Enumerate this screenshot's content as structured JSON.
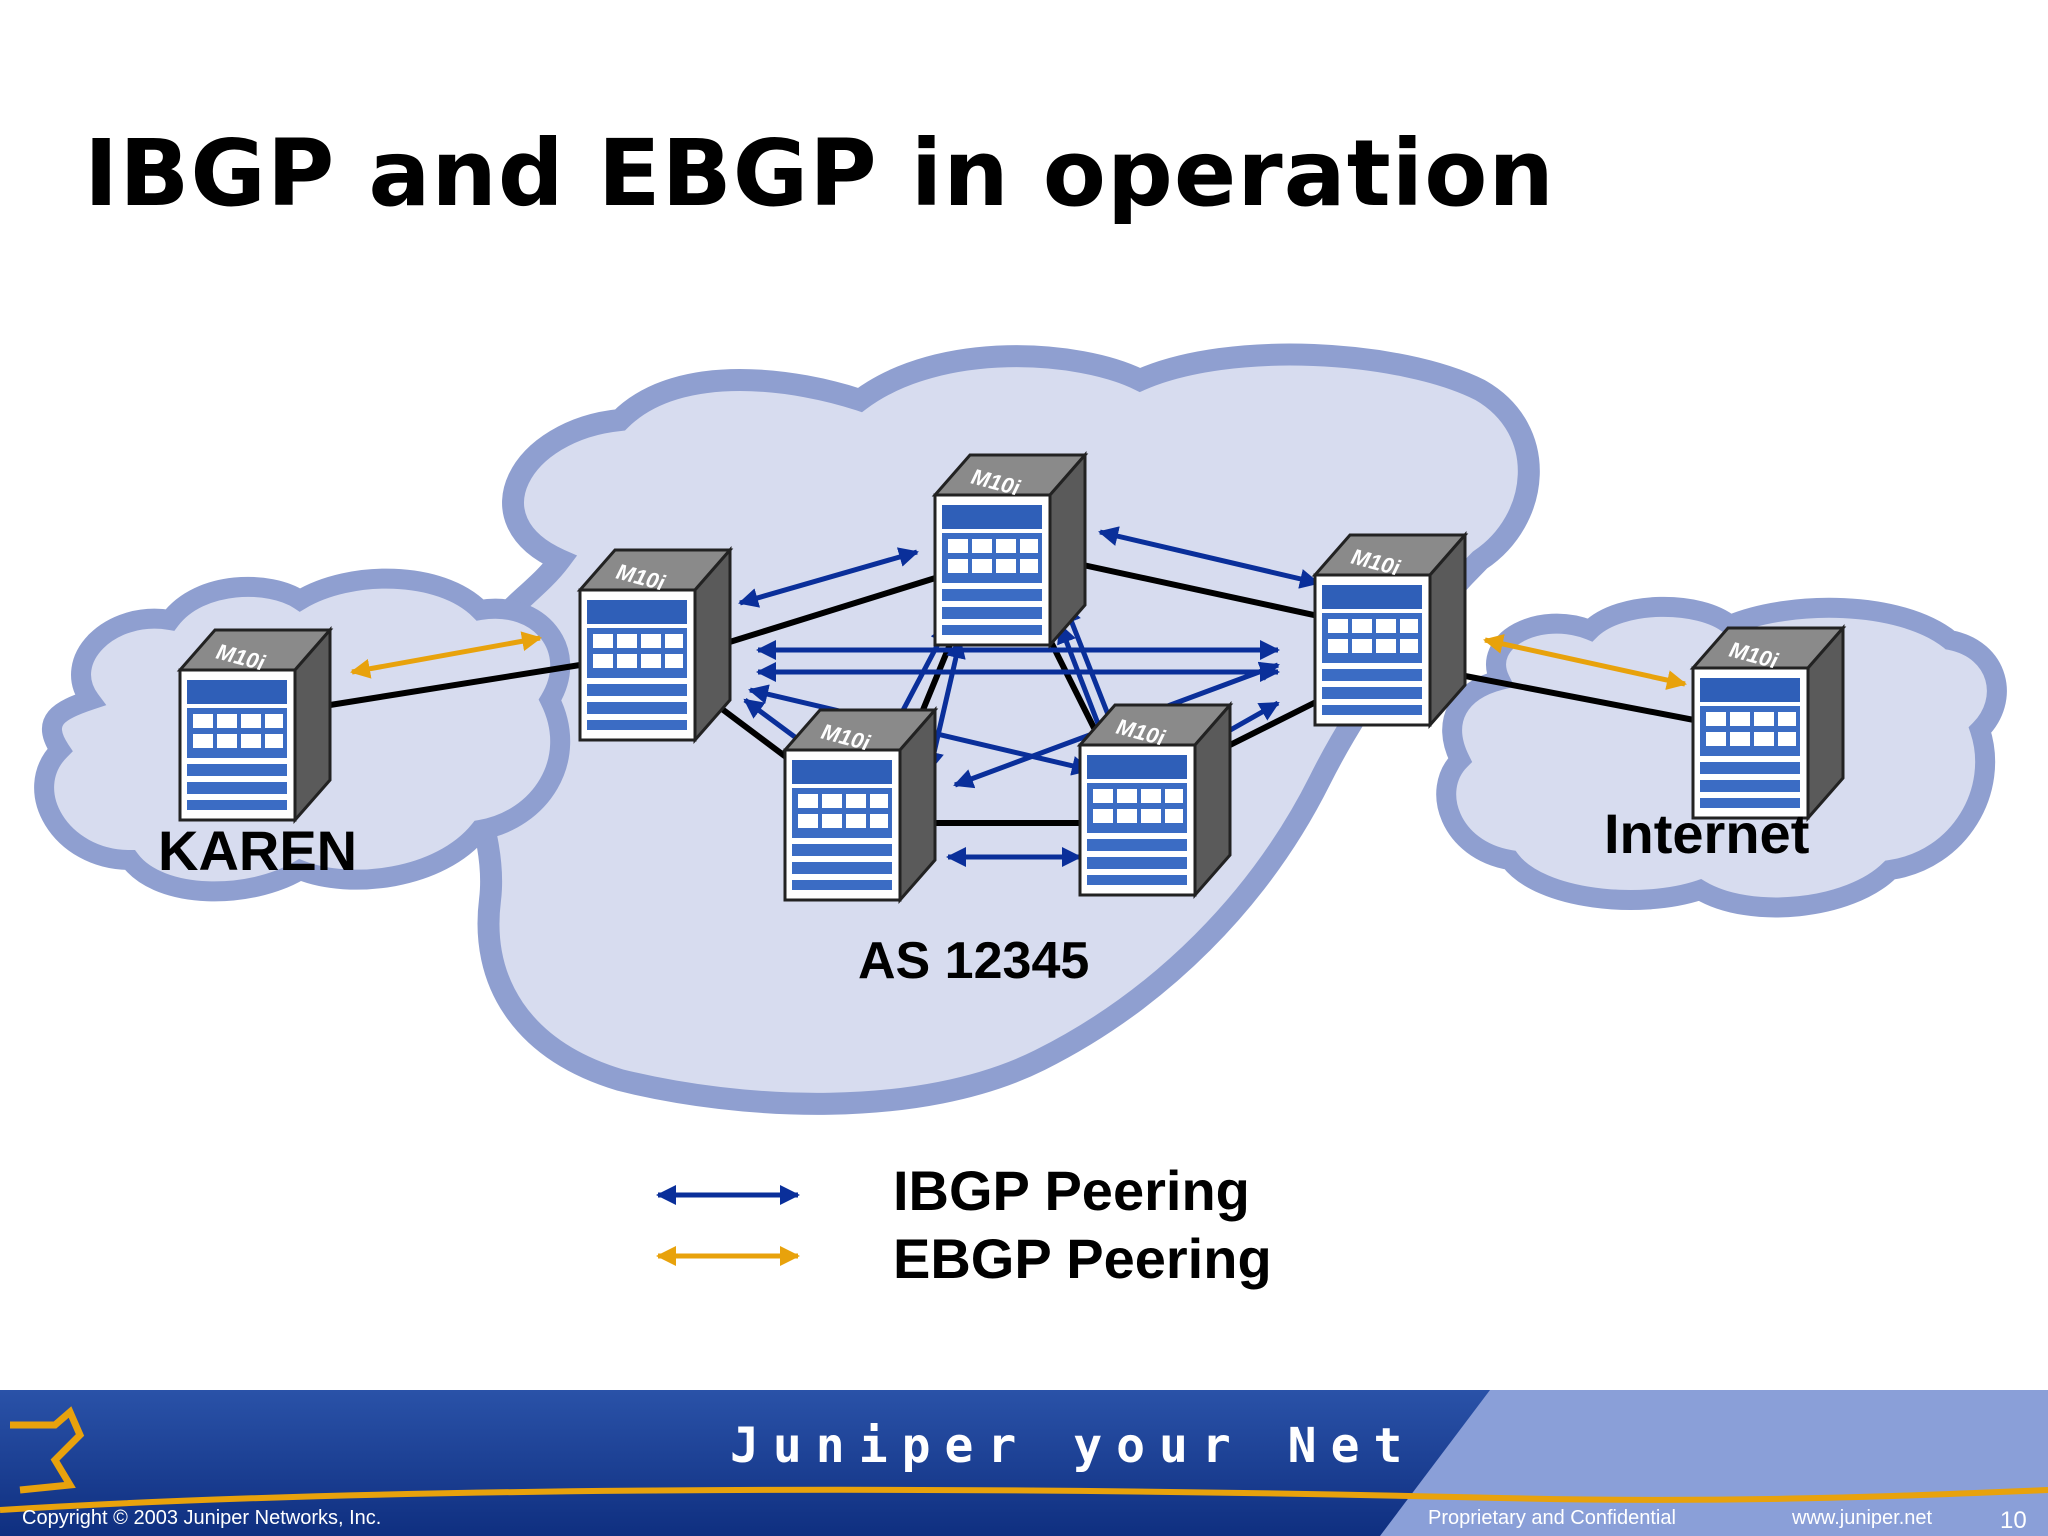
{
  "slide": {
    "title": "IBGP and EBGP in operation"
  },
  "diagram": {
    "labels": {
      "left_cloud": "KAREN",
      "center_cloud": "AS 12345",
      "right_cloud": "Internet"
    },
    "router_model": "M10i",
    "colors": {
      "ibgp": "#0a2f9a",
      "ebgp": "#e8a20c",
      "cloud_edge": "#8f9fd0",
      "cloud_fill": "#d7dcef"
    }
  },
  "legend": {
    "ibgp_label": "IBGP Peering",
    "ebgp_label": "EBGP Peering"
  },
  "footer": {
    "copyright": "Copyright © 2003 Juniper Networks, Inc.",
    "brand": "Juniper your Net",
    "confidential": "Proprietary and Confidential",
    "website": "www.juniper.net",
    "page_number": "10"
  }
}
